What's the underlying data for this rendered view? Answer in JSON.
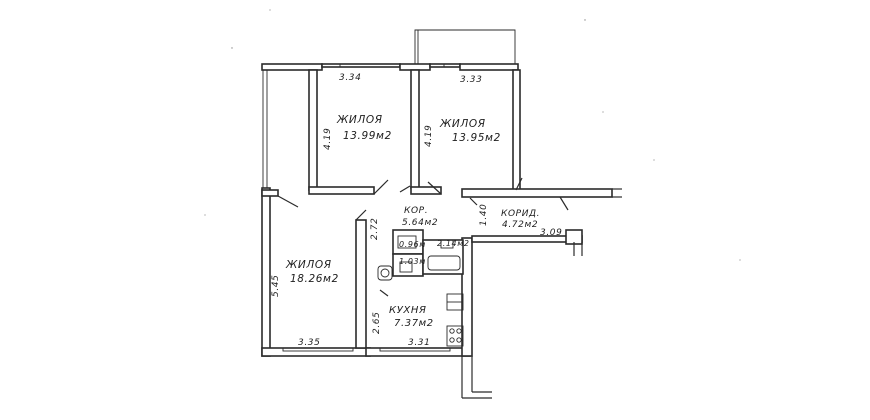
{
  "rooms": [
    {
      "name": "ЖИЛОЯ",
      "area": "13.99м2"
    },
    {
      "name": "ЖИЛОЯ",
      "area": "13.95м2"
    },
    {
      "name": "ЖИЛОЯ",
      "area": "18.26м2"
    },
    {
      "name": "КУХНЯ",
      "area": "7.37м2"
    },
    {
      "name": "КОР.",
      "area": "5.64м2"
    },
    {
      "name": "КОРИД.",
      "area": "4.72м2"
    }
  ],
  "small_rooms": [
    {
      "area": "0.96м"
    },
    {
      "area": "1.03м"
    },
    {
      "area": "2.14м2"
    }
  ],
  "dimensions": {
    "top_left": "3.34",
    "top_right": "3.33",
    "bedroom1_side": "4.19",
    "bedroom2_side": "4.19",
    "living_side": "5.45",
    "living_bottom": "3.35",
    "kitchen_bottom": "3.31",
    "kitchen_side": "2.65",
    "corridor_side": "2.72",
    "hall_side": "1.40",
    "hall_bottom": "3.09"
  }
}
